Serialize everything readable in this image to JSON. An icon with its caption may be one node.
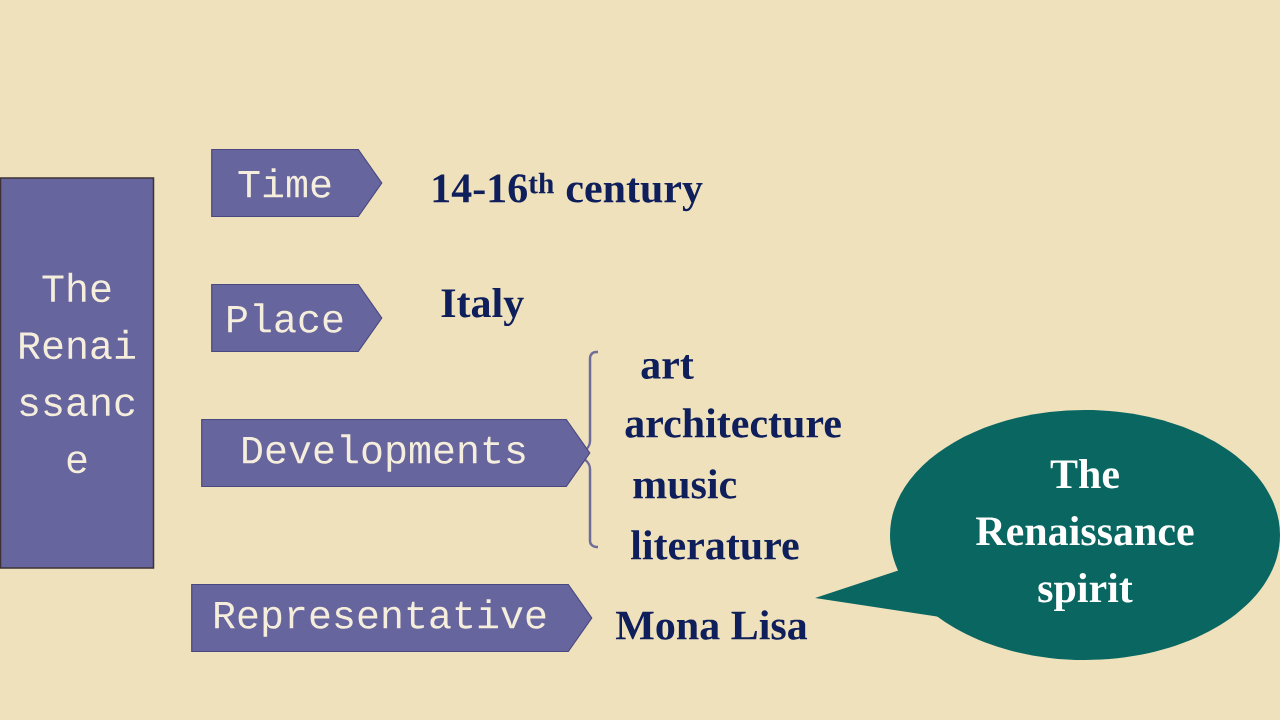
{
  "diagram": {
    "nodes": [
      {
        "text": [
          "The Renai ssanc e"
        ]
      },
      {
        "text": [
          "Time"
        ],
        "beside": [
          "14-16$^{th}$ century"
        ]
      },
      {
        "text": [
          "Place"
        ],
        "beside": [
          "Italy"
        ]
      },
      {
        "text": [
          "Developments"
        ],
        "beside": [
          "art",
          "architecture",
          "music",
          "literature"
        ]
      },
      {
        "text": [
          "Representative"
        ],
        "beside": [
          "Mona Lisa"
        ]
      },
      {
        "text": [
          "The Renaissance spirit"
        ]
      }
    ]
  }
}
